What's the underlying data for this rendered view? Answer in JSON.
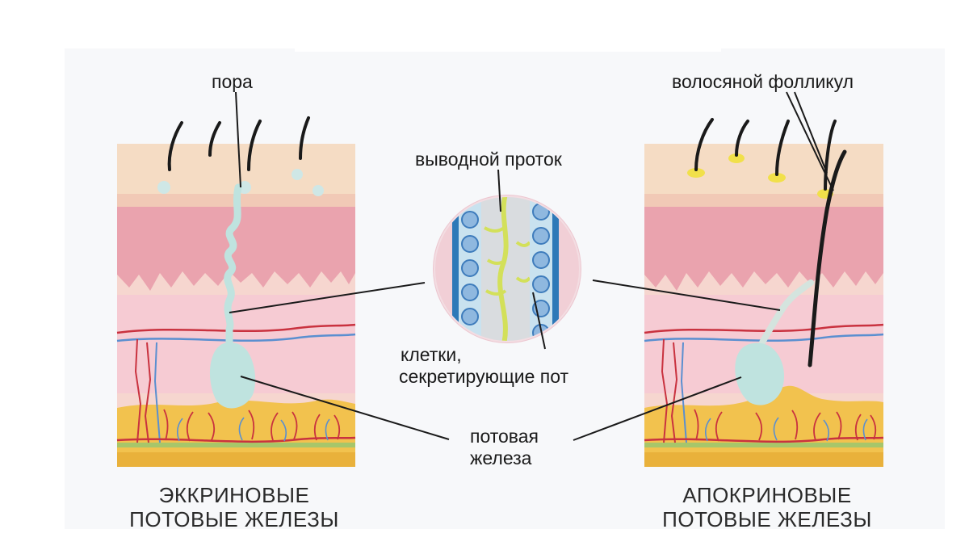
{
  "labels": {
    "pore": "пора",
    "hair_follicle": "волосяной фолликул",
    "excretory_duct": "выводной проток",
    "secreting_cells_line1": "клетки,",
    "secreting_cells_line2": "секретирующие пот",
    "sweat_gland_line1": "потовая",
    "sweat_gland_line2": "железа"
  },
  "captions": {
    "eccrine_line1": "ЭККРИНОВЫЕ",
    "eccrine_line2": "ПОТОВЫЕ ЖЕЛЕЗЫ",
    "apocrine_line1": "АПОКРИНОВЫЕ",
    "apocrine_line2": "ПОТОВЫЕ ЖЕЛЕЗЫ"
  },
  "colors": {
    "epidermis": "#f5dcc4",
    "dermis_pink": "#eaa3ae",
    "dermis_light": "#f6cbd3",
    "fat_yellow": "#f2c24e",
    "artery_red": "#c9323f",
    "vein_blue": "#5a8fd0",
    "gland_mint": "#bfe3df",
    "hair": "#1a1a1a"
  }
}
